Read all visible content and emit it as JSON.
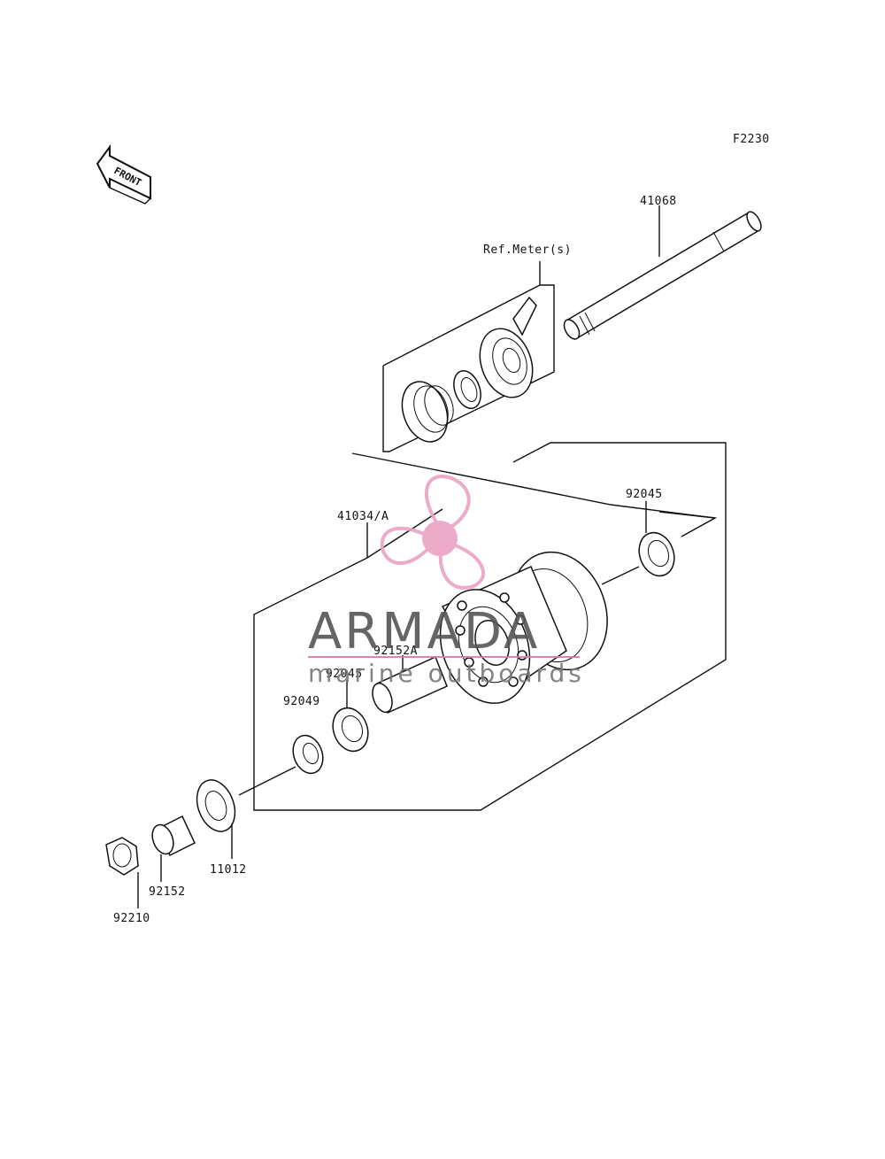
{
  "diagram": {
    "code": "F2230",
    "front_label": "FRONT",
    "ref_label": "Ref.Meter(s)",
    "parts": {
      "p41068": "41068",
      "p92045_top": "92045",
      "p41034": "41034/A",
      "p92152A": "92152A",
      "p92045_mid": "92045",
      "p92049": "92049",
      "p11012": "11012",
      "p92152": "92152",
      "p92210": "92210"
    }
  },
  "watermark": {
    "brand": "ARMADA",
    "tagline": "marine outboards",
    "accent_color": "#e9a3c4",
    "accent_dark": "#d67aa5"
  }
}
